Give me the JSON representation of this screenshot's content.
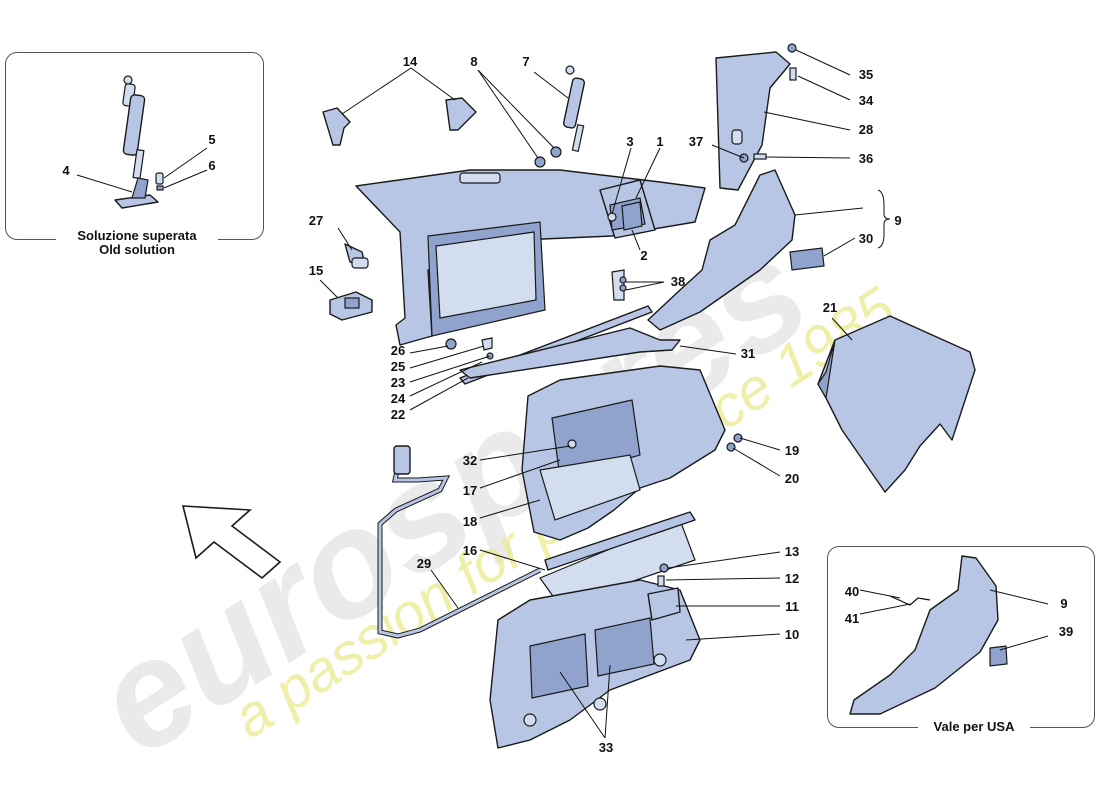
{
  "diagram": {
    "inset_old": {
      "caption_line1": "Soluzione superata",
      "caption_line2": "Old solution"
    },
    "inset_usa": {
      "caption": "Vale per USA"
    },
    "watermark": {
      "brand": "eurospares",
      "tagline": "a passion for parts since 1985"
    },
    "callouts": {
      "c1": "1",
      "c2": "2",
      "c3": "3",
      "c4": "4",
      "c5": "5",
      "c6": "6",
      "c7": "7",
      "c8": "8",
      "c9": "9",
      "c9b": "9",
      "c10": "10",
      "c11": "11",
      "c12": "12",
      "c13": "13",
      "c14": "14",
      "c15": "15",
      "c16": "16",
      "c17": "17",
      "c18": "18",
      "c19": "19",
      "c20": "20",
      "c21": "21",
      "c22": "22",
      "c23": "23",
      "c24": "24",
      "c25": "25",
      "c26": "26",
      "c27": "27",
      "c28": "28",
      "c29": "29",
      "c30": "30",
      "c31": "31",
      "c32": "32",
      "c33": "33",
      "c34": "34",
      "c35": "35",
      "c36": "36",
      "c37": "37",
      "c38": "38",
      "c39": "39",
      "c40": "40",
      "c41": "41"
    }
  }
}
